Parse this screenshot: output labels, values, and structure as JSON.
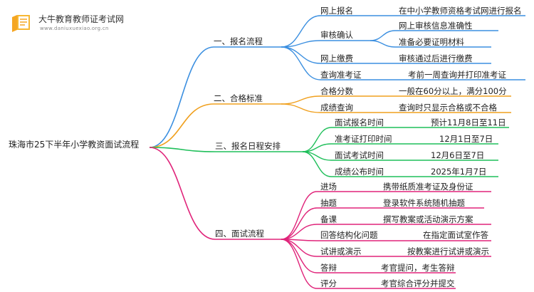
{
  "logo": {
    "title": "大牛教育教师证考试网",
    "url": "www.daniuxuexiao.org.cn"
  },
  "root": "珠海市25下半年小学教资面试流程",
  "branches": [
    {
      "label": "一、报名流程",
      "color": "#3b8fe0",
      "items": [
        {
          "label": "网上报名",
          "values": [
            "在中小学教师资格考试网进行报名"
          ]
        },
        {
          "label": "审核确认",
          "values": [
            "网上审核信息准确性",
            "准备必要证明材料"
          ]
        },
        {
          "label": "网上缴费",
          "values": [
            "审核通过后进行缴费"
          ]
        },
        {
          "label": "查询准考证",
          "values": [
            "考前一周查询并打印准考证"
          ]
        }
      ]
    },
    {
      "label": "二、合格标准",
      "color": "#f0a01e",
      "items": [
        {
          "label": "合格分数",
          "values": [
            "一般在60分以上，满分100分"
          ]
        },
        {
          "label": "成绩查询",
          "values": [
            "查询时只显示合格或不合格"
          ]
        }
      ]
    },
    {
      "label": "三、报名日程安排",
      "color": "#1fbf5a",
      "items": [
        {
          "label": "面试报名时间",
          "values": [
            "预计11月8日至11日"
          ]
        },
        {
          "label": "准考证打印时间",
          "values": [
            "12月1日至7日"
          ]
        },
        {
          "label": "面试考试时间",
          "values": [
            "12月6日至7日"
          ]
        },
        {
          "label": "成绩公布时间",
          "values": [
            "2025年1月7日"
          ]
        }
      ]
    },
    {
      "label": "四、面试流程",
      "color": "#e0247a",
      "items": [
        {
          "label": "进场",
          "values": [
            "携带纸质准考证及身份证"
          ]
        },
        {
          "label": "抽题",
          "values": [
            "登录软件系统随机抽题"
          ]
        },
        {
          "label": "备课",
          "values": [
            "撰写教案或活动演示方案"
          ]
        },
        {
          "label": "回答结构化问题",
          "values": [
            "在指定面试室作答"
          ]
        },
        {
          "label": "试讲或演示",
          "values": [
            "按教案进行试讲或演示"
          ]
        },
        {
          "label": "答辩",
          "values": [
            "考官提问，考生答辩"
          ]
        },
        {
          "label": "评分",
          "values": [
            "考官综合评分并提交"
          ]
        }
      ]
    }
  ]
}
